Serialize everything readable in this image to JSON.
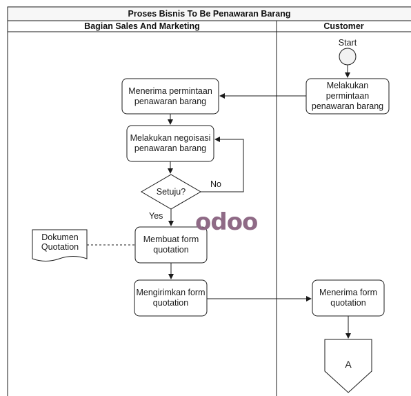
{
  "diagram": {
    "title": "Proses Bisnis To Be Penawaran Barang",
    "lanes": [
      "Bagian Sales And Marketing",
      "Customer"
    ],
    "nodes": {
      "start": "Start",
      "request_customer": "Melakukan permintaan penawaran barang",
      "receive_request": "Menerima permintaan penawaran barang",
      "negotiate": "Melakukan negoisasi penawaran barang",
      "decision": "Setuju?",
      "make_quotation": "Membuat form quotation",
      "document": "Dokumen Quotation",
      "send_form": "Mengirimkan form quotation",
      "receive_form": "Menerima form quotation",
      "connector": "A"
    },
    "edge_labels": {
      "no": "No",
      "yes": "Yes"
    },
    "watermark": "odoo",
    "colors": {
      "line": "#1a1a1a",
      "node_fill": "#ffffff",
      "start_fill": "#f2f2f2",
      "title_fill": "#f7f7f7",
      "logo": "#8f6a86"
    }
  }
}
